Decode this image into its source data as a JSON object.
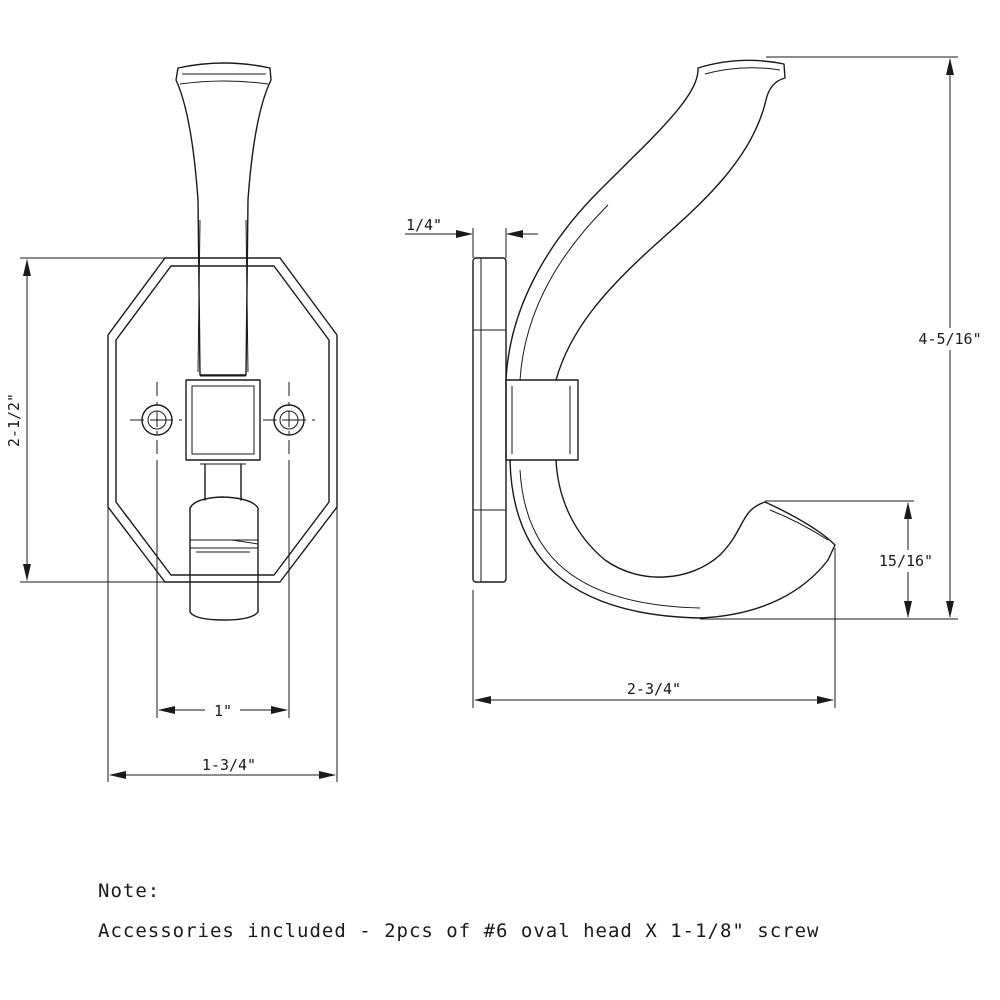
{
  "dimensions": {
    "backplate_height": "2-1/2\"",
    "screw_spacing": "1\"",
    "backplate_width": "1-3/4\"",
    "plate_thickness": "1/4\"",
    "overall_height": "4-5/16\"",
    "lower_hook_height": "15/16\"",
    "projection": "2-3/4\""
  },
  "notes": {
    "heading": "Note:",
    "body": "Accessories included - 2pcs of #6 oval head X 1-1/8\" screw"
  }
}
